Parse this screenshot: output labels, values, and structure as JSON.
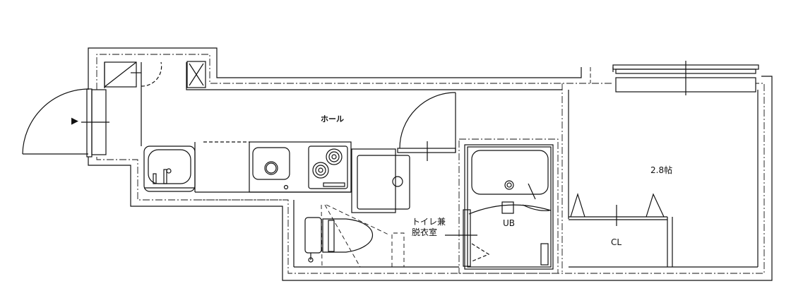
{
  "plan": {
    "type": "apartment floor plan",
    "rooms": [
      {
        "id": "hall",
        "label": "ホール"
      },
      {
        "id": "main-room",
        "label": "2.8帖"
      },
      {
        "id": "unit-bath",
        "label": "UB"
      },
      {
        "id": "closet",
        "label": "CL"
      },
      {
        "id": "toilet-dressing",
        "label_line1": "トイレ兼",
        "label_line2": "脱衣室"
      }
    ],
    "entrance_marker": "▶",
    "colors": {
      "line": "#111111",
      "background": "#ffffff"
    }
  }
}
